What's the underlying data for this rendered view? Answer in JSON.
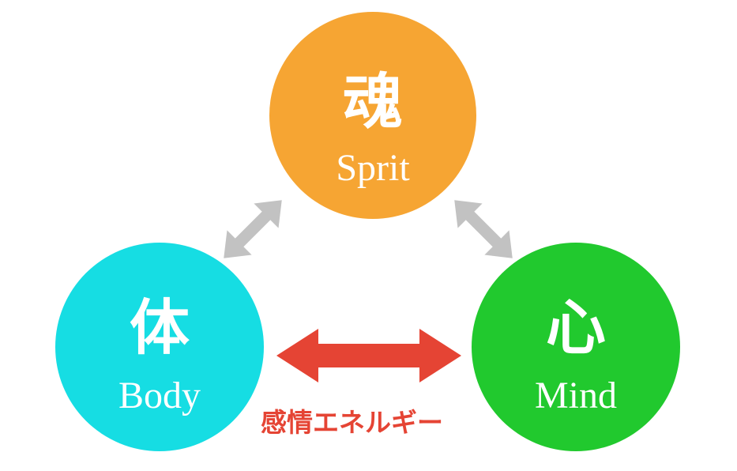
{
  "nodes": {
    "spirit": {
      "kanji": "魂",
      "label": "Sprit",
      "color": "#F6A533"
    },
    "body": {
      "kanji": "体",
      "label": "Body",
      "color": "#16DDE3"
    },
    "mind": {
      "kanji": "心",
      "label": "Mind",
      "color": "#21C92E"
    }
  },
  "edges": [
    {
      "from": "spirit",
      "to": "body",
      "style": "double-arrow",
      "color": "#C2C2C2"
    },
    {
      "from": "spirit",
      "to": "mind",
      "style": "double-arrow",
      "color": "#C2C2C2"
    },
    {
      "from": "body",
      "to": "mind",
      "style": "double-arrow",
      "color": "#E54434",
      "label": "感情エネルギー"
    }
  ]
}
